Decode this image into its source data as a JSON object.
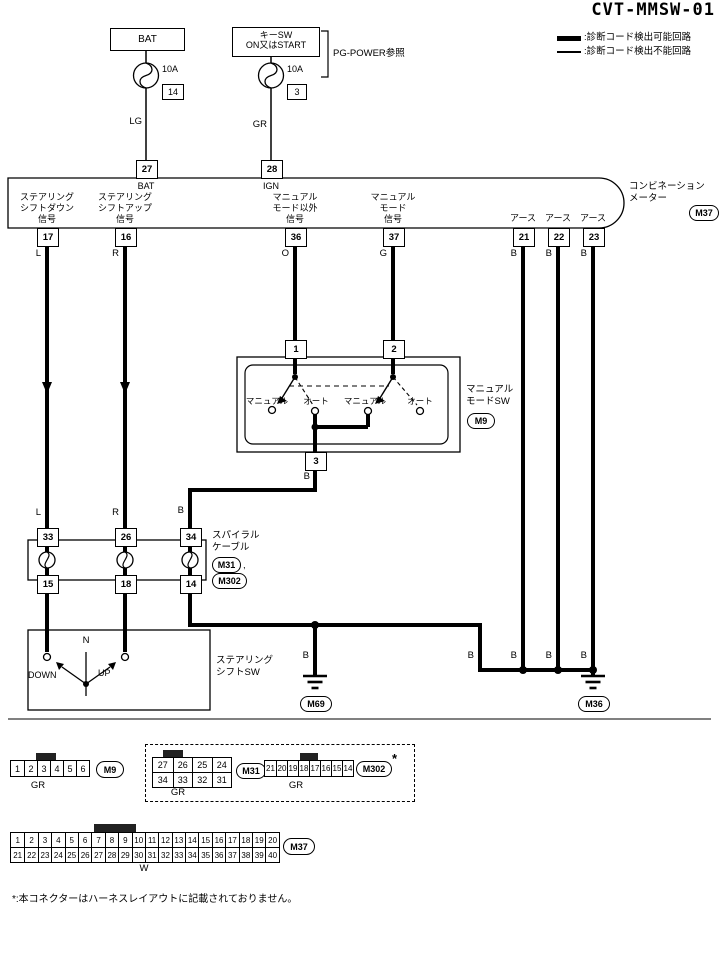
{
  "title": "CVT-MMSW-01",
  "legend": {
    "thick_label": ":診断コード検出可能回路",
    "thin_label": ":診断コード検出不能回路"
  },
  "power": {
    "bat": "BAT",
    "key_sw_line1": "キーSW",
    "key_sw_line2": "ON又はSTART",
    "pg_ref": "PG-POWER参照",
    "fuse1": {
      "rating": "10A",
      "number": "14",
      "wire_color": "LG"
    },
    "fuse2": {
      "rating": "10A",
      "number": "3",
      "wire_color": "GR"
    }
  },
  "meter": {
    "name": "コンビネーション\nメーター",
    "code": "M37",
    "t27": "27",
    "t27_label": "BAT",
    "t28": "28",
    "t28_label": "IGN",
    "b": [
      {
        "id": "17",
        "signal": "ステアリング\nシフトダウン\n信号",
        "wire": "L"
      },
      {
        "id": "16",
        "signal": "ステアリング\nシフトアップ\n信号",
        "wire": "R"
      },
      {
        "id": "36",
        "signal": "マニュアル\nモード以外\n信号",
        "wire": "O"
      },
      {
        "id": "37",
        "signal": "マニュアル\nモード\n信号",
        "wire": "G"
      },
      {
        "id": "21",
        "signal": "アース",
        "wire": "B"
      },
      {
        "id": "22",
        "signal": "アース",
        "wire": "B"
      },
      {
        "id": "23",
        "signal": "アース",
        "wire": "B"
      }
    ]
  },
  "manual_sw": {
    "name": "マニュアル\nモードSW",
    "code": "M9",
    "t1": "1",
    "t2": "2",
    "t3": "3",
    "wire": "B",
    "pos1_manual": "マニュアル",
    "pos1_auto": "オート",
    "pos2_manual": "マニュアル",
    "pos2_auto": "オート"
  },
  "spiral": {
    "name": "スパイラル\nケーブル",
    "code1": "M31",
    "sep": ",",
    "code2": "M302",
    "top": [
      "33",
      "26",
      "34"
    ],
    "bottom": [
      "15",
      "18",
      "14"
    ],
    "wires": [
      "L",
      "R",
      "B"
    ]
  },
  "shift_sw": {
    "name": "ステアリング\nシフトSW",
    "down": "DOWN",
    "neutral": "N",
    "up": "UP"
  },
  "grounds": {
    "g1": "M69",
    "g2": "M36"
  },
  "ground_wire_labels": [
    "B",
    "B",
    "B",
    "B",
    "B"
  ],
  "layouts": {
    "m9": {
      "pins": [
        "1",
        "2",
        "3",
        "4",
        "5",
        "6"
      ],
      "code": "M9",
      "color": "GR"
    },
    "m31": {
      "row1": [
        "27",
        "26",
        "25",
        "24"
      ],
      "row2": [
        "34",
        "33",
        "32",
        "31"
      ],
      "code": "M31",
      "color": "GR"
    },
    "m302": {
      "pins": [
        "21",
        "20",
        "19",
        "18",
        "17",
        "16",
        "15",
        "14"
      ],
      "code": "M302",
      "mark": "*",
      "color": "GR"
    },
    "m37": {
      "row1": [
        "1",
        "2",
        "3",
        "4",
        "5",
        "6",
        "7",
        "8",
        "9",
        "10",
        "11",
        "12",
        "13",
        "14",
        "15",
        "16",
        "17",
        "18",
        "19",
        "20"
      ],
      "row2": [
        "21",
        "22",
        "23",
        "24",
        "25",
        "26",
        "27",
        "28",
        "29",
        "30",
        "31",
        "32",
        "33",
        "34",
        "35",
        "36",
        "37",
        "38",
        "39",
        "40"
      ],
      "code": "M37",
      "color": "W"
    }
  },
  "footnote": "*:本コネクターはハーネスレイアウトに記載されておりません。"
}
